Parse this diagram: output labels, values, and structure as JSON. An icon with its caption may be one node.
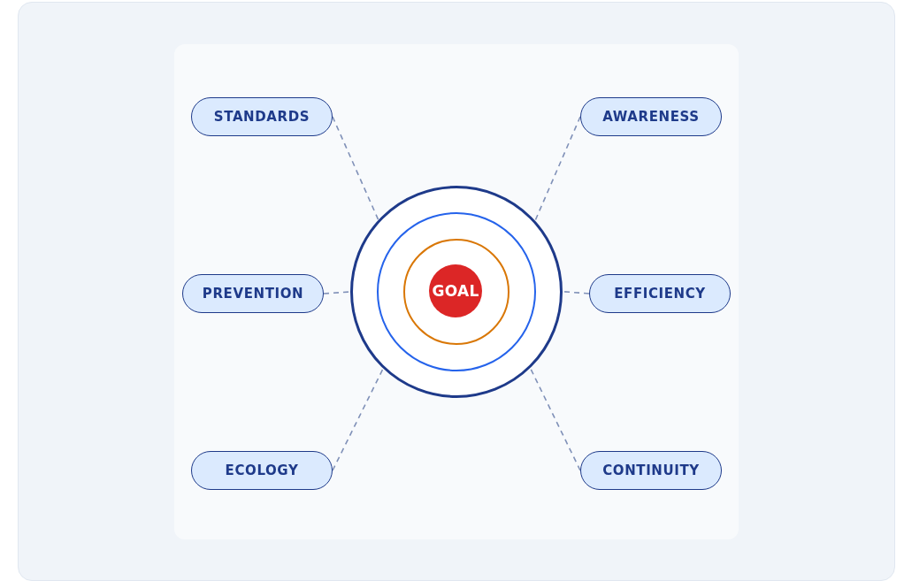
{
  "diagram": {
    "nodes": [
      {
        "text": [],
        "shape": "circle"
      },
      {
        "text": [],
        "shape": "circle",
        "in": 0
      },
      {
        "text": [],
        "shape": "circle",
        "in": 1
      },
      {
        "text": [
          "GOAL"
        ],
        "in": 2
      },
      {
        "text": [
          "STANDARDS"
        ]
      },
      {
        "text": [
          "AWARENESS"
        ]
      },
      {
        "text": [
          "PREVENTION"
        ]
      },
      {
        "text": [
          "EFFICIENCY"
        ]
      },
      {
        "text": [
          "ECOLOGY"
        ]
      },
      {
        "text": [
          "CONTINUITY"
        ]
      }
    ],
    "edges": [
      {
        "from": 4,
        "to": 0,
        "arrow": "none",
        "style": "dashed"
      },
      {
        "from": 5,
        "to": 0,
        "arrow": "none",
        "style": "dashed"
      },
      {
        "from": 6,
        "to": 0,
        "arrow": "none",
        "style": "dashed"
      },
      {
        "from": 7,
        "to": 0,
        "arrow": "none",
        "style": "dashed"
      },
      {
        "from": 8,
        "to": 0,
        "arrow": "none",
        "style": "dashed"
      },
      {
        "from": 9,
        "to": 0,
        "arrow": "none",
        "style": "dashed"
      }
    ]
  }
}
